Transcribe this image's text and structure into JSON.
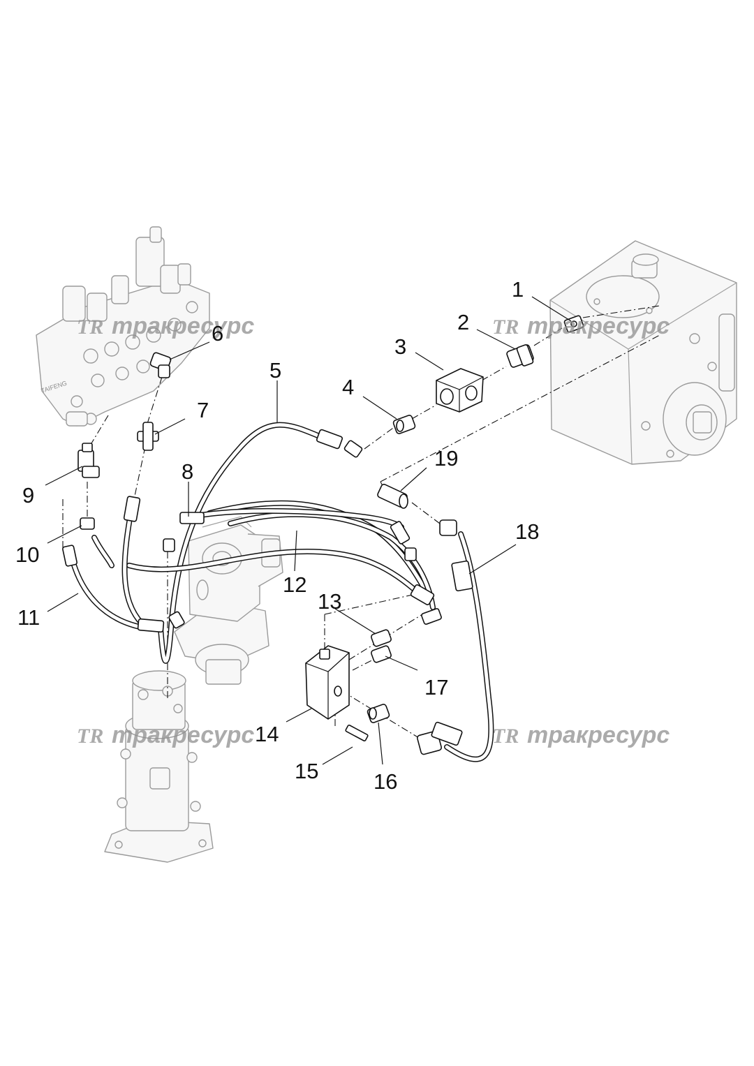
{
  "diagram": {
    "callouts": [
      "1",
      "2",
      "3",
      "4",
      "5",
      "6",
      "7",
      "8",
      "9",
      "10",
      "11",
      "12",
      "13",
      "14",
      "15",
      "16",
      "17",
      "18",
      "19"
    ],
    "watermark": {
      "logo": "TR",
      "text": "тракресурс"
    },
    "control_valve_labels": [
      "TAIFENG"
    ],
    "colors": {
      "line": "#111111",
      "context_part": "#9a9a9a",
      "watermark": "#8f8f8f"
    }
  }
}
